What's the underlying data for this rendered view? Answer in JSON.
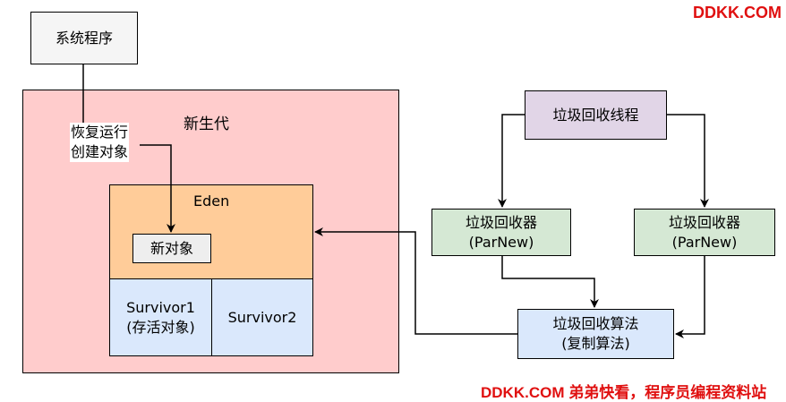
{
  "watermark": {
    "top": "DDKK.COM",
    "bottom": "DDKK.COM 弟弟快看，程序员编程资料站"
  },
  "system": {
    "label": "系统程序",
    "edge_label_line1": "恢复运行",
    "edge_label_line2": "创建对象"
  },
  "young_gen": {
    "title": "新生代",
    "eden": {
      "title": "Eden",
      "new_object": "新对象"
    },
    "survivor1": {
      "line1": "Survivor1",
      "line2": "(存活对象)"
    },
    "survivor2": {
      "line1": "Survivor2"
    }
  },
  "gc": {
    "thread": "垃圾回收线程",
    "collector_left": {
      "line1": "垃圾回收器",
      "line2": "(ParNew)"
    },
    "collector_right": {
      "line1": "垃圾回收器",
      "line2": "(ParNew)"
    },
    "algorithm": {
      "line1": "垃圾回收算法",
      "line2": "(复制算法)"
    }
  },
  "colors": {
    "young_gen": "#ffcccc",
    "eden": "#ffcc99",
    "survivor": "#dae8fc",
    "collector": "#d5e8d4",
    "gc_thread": "#e1d5e7",
    "watermark": "#e01010"
  }
}
